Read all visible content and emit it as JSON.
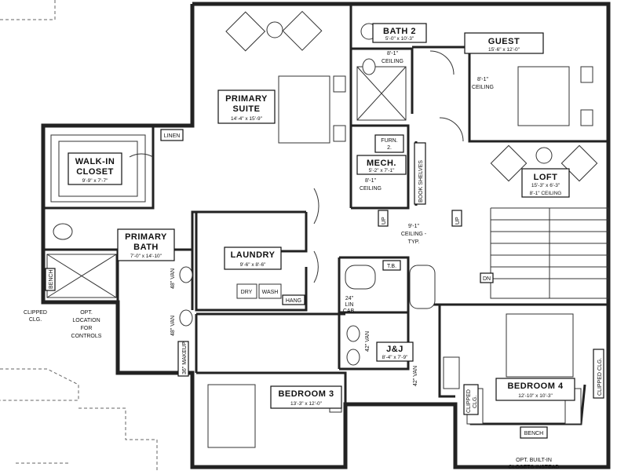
{
  "rooms": {
    "primary_suite": {
      "title1": "PRIMARY",
      "title2": "SUITE",
      "dims": "14'-4\" x 15'-9\""
    },
    "walk_in_closet": {
      "title1": "WALK-IN",
      "title2": "CLOSET",
      "dims": "9'-9\" x 7'-7\""
    },
    "primary_bath": {
      "title1": "PRIMARY",
      "title2": "BATH",
      "dims": "7'-0\" x 14'-10\""
    },
    "laundry": {
      "title": "LAUNDRY",
      "dims": "9'-6\" x 8'-6\""
    },
    "bath2": {
      "title": "BATH 2",
      "dims": "5'-0\" x 10'-3\""
    },
    "guest": {
      "title": "GUEST",
      "dims": "15'-6\" x 12'-0\""
    },
    "mech": {
      "title": "MECH.",
      "dims": "5'-2\" x 7'-1\""
    },
    "loft": {
      "title": "LOFT",
      "dims": "15'-3\" x 6'-3\""
    },
    "bedroom3": {
      "title": "BEDROOM 3",
      "dims": "13'-3\" x 12'-0\""
    },
    "bedroom4": {
      "title": "BEDROOM 4",
      "dims": "12'-10\" x 10'-3\""
    },
    "jandj": {
      "title": "J&J",
      "dims": "8'-4\" x 7'-9\""
    }
  },
  "notes": {
    "linen": "LINEN",
    "furn": [
      "FURN.",
      "2."
    ],
    "mech_ceiling": [
      "8'-1\"",
      "CEILING"
    ],
    "bath2_ceiling": [
      "8'-1\"",
      "CEILING"
    ],
    "guest_ceiling": [
      "8'-1\"",
      "CEILING"
    ],
    "loft_ceiling": "8'-1\" CEILING",
    "book_shelves": "BOOK SHELVES",
    "up1": "UP",
    "up2": "UP",
    "dn": "DN",
    "typ_ceiling": [
      "9'-1\"",
      "CEILING -",
      "TYP."
    ],
    "dry": "DRY",
    "wash": "WASH",
    "hang": "HANG",
    "tb": "T.B.",
    "lin_cab": [
      "24\"",
      "LIN",
      "CAB."
    ],
    "van_42_a": "42\" VAN",
    "van_42_b": "42\" VAN",
    "van_48_a": "48\" VAN",
    "van_48_b": "48\" VAN",
    "makeup": "36\" MAKEUP",
    "bench_left": "BENCH",
    "bench_bottom": "BENCH",
    "clipped_left": [
      "CLIPPED",
      "CLG."
    ],
    "opt_location": [
      "OPT.",
      "LOCATION",
      "FOR",
      "CONTROLS"
    ],
    "clipped_cls_right": "CLIPPED CLG.",
    "clipped_cls_b4": [
      "CLIPPED",
      "CLG."
    ],
    "opt_builtin": [
      "OPT. BUILT-IN",
      "CLOSETS INSTEAD"
    ]
  }
}
